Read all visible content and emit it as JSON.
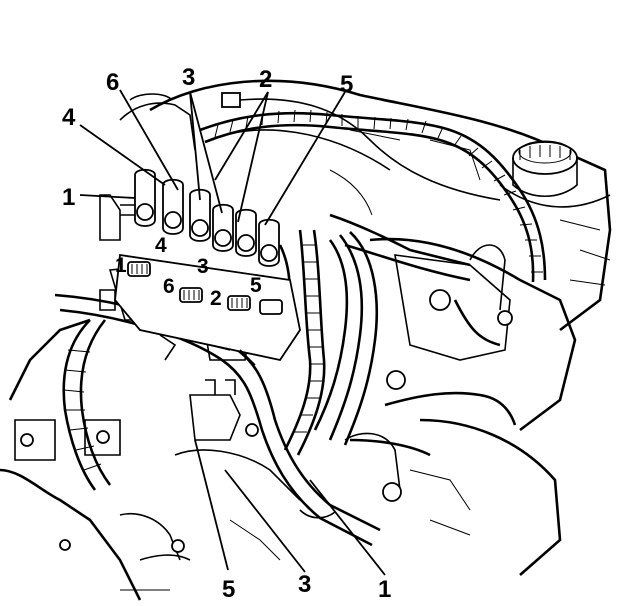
{
  "callouts": {
    "top": [
      "6",
      "3",
      "2",
      "5",
      "4",
      "1"
    ],
    "middle": [
      "1",
      "4",
      "3",
      "6",
      "2",
      "5"
    ],
    "bottom": [
      "5",
      "3",
      "1"
    ]
  }
}
